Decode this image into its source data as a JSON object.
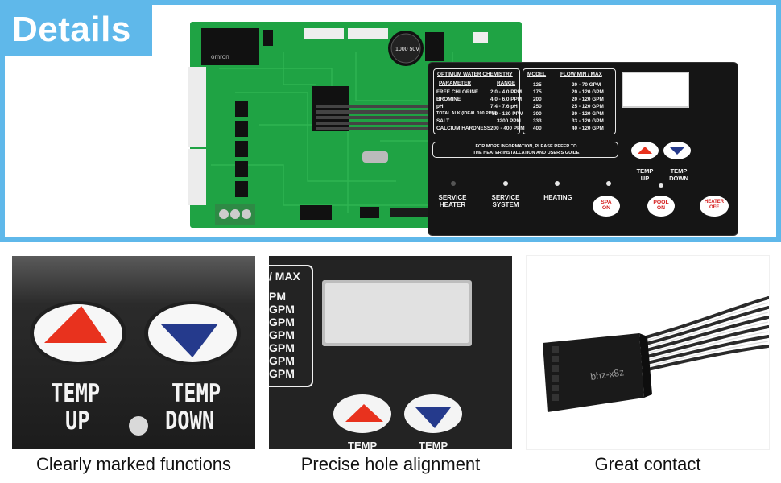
{
  "badge": {
    "title": "Details"
  },
  "panel": {
    "chemistry": {
      "title": "OPTIMUM WATER CHEMISTRY",
      "header_param": "PARAMETER",
      "header_range": "RANGE",
      "rows": [
        {
          "param": "FREE CHLORINE",
          "range": "2.0 - 4.0 PPM"
        },
        {
          "param": "BROMINE",
          "range": "4.0 - 6.0 PPM"
        },
        {
          "param": "pH",
          "range": "7.4 - 7.6 pH"
        },
        {
          "param": "TOTAL ALK.(IDEAL 100 PPM)",
          "range": "80 - 120 PPM"
        },
        {
          "param": "SALT",
          "range": "3200 PPM"
        },
        {
          "param": "CALCIUM HARDNESS",
          "range": "200 - 400 PPM"
        }
      ]
    },
    "flow": {
      "header_model": "MODEL",
      "header_flow": "FLOW MIN / MAX",
      "rows": [
        {
          "model": "125",
          "flow": "20 - 70 GPM"
        },
        {
          "model": "175",
          "flow": "20 - 120 GPM"
        },
        {
          "model": "200",
          "flow": "20 - 120 GPM"
        },
        {
          "model": "250",
          "flow": "25 - 120 GPM"
        },
        {
          "model": "300",
          "flow": "30 - 120 GPM"
        },
        {
          "model": "333",
          "flow": "33 - 120 GPM"
        },
        {
          "model": "400",
          "flow": "40 - 120 GPM"
        }
      ]
    },
    "info_line1": "FOR MORE INFORMATION, PLEASE REFER TO",
    "info_line2": "THE HEATER INSTALLATION AND USER'S GUIDE",
    "temp_up": "TEMP UP",
    "temp_down": "TEMP DOWN",
    "service_heater": "SERVICE HEATER",
    "service_system": "SERVICE SYSTEM",
    "heating": "HEATING",
    "spa_on": "SPA ON",
    "pool_on": "POOL ON",
    "heater_off": "HEATER OFF"
  },
  "pcb": {
    "relay_text": "omron",
    "capacitor_text": "1000 50V"
  },
  "tiles": {
    "tile1": {
      "temp_up_line1": "TEMP",
      "temp_up_line2": "UP",
      "temp_down_line1": "TEMP",
      "temp_down_line2": "DOWN"
    },
    "tile2": {
      "header": "/ MAX",
      "gpm": [
        "PM",
        "GPM",
        "GPM",
        "GPM",
        "GPM",
        "GPM",
        "GPM"
      ],
      "temp1": "TEMP",
      "temp2": "TEMP"
    },
    "tile3": {
      "connector_text": "bhz-x8z"
    }
  },
  "captions": {
    "c1": "Clearly marked functions",
    "c2": "Precise hole alignment",
    "c3": "Great contact"
  },
  "colors": {
    "accent": "#5fb8ea",
    "pcb_green": "#1fa344",
    "up_arrow": "#e8321e",
    "down_arrow": "#253a8c"
  }
}
